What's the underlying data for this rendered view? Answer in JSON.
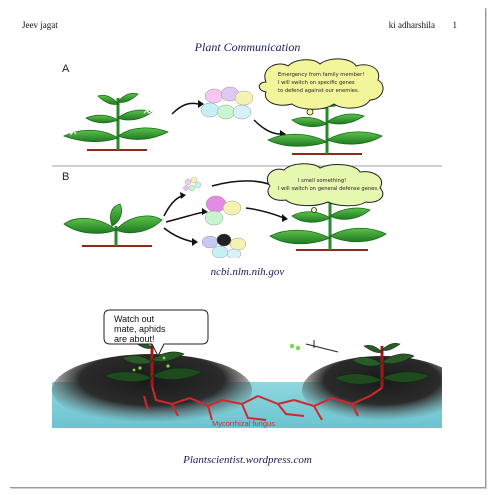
{
  "header": {
    "left_text": "Jeev jagat",
    "right_text": "ki adharshila",
    "page_number": "1"
  },
  "title": "Plant Communication",
  "figure_top": {
    "panel_a": {
      "letter": "A",
      "thought_line1": "Emergency from family member!",
      "thought_line2": "I will switch on specific genes",
      "thought_line3": "to defend against our enemies."
    },
    "panel_b": {
      "letter": "B",
      "thought_line1": "I smell something!",
      "thought_line2": "I will switch on general defense genes."
    },
    "source": "ncbi.nlm.nih.gov"
  },
  "figure_bottom": {
    "speech_line1": "Watch out",
    "speech_line2": "mate, aphids",
    "speech_line3": "are about!",
    "fungus_label": "Mycorrhizal fungus",
    "source": "Plantscientist.wordpress.com"
  },
  "colors": {
    "leaf_green": "#2e9a2e",
    "thought_yellow": "#f3f59a",
    "root_red": "#d0282c",
    "ground_brown": "#8b2a1a",
    "title_blue": "#1a1a5a"
  }
}
